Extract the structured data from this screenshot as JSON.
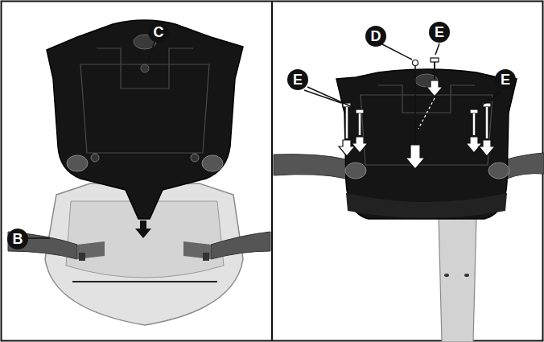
{
  "diagram": {
    "labels": [
      "C",
      "B",
      "D",
      "E",
      "E",
      "E"
    ]
  }
}
